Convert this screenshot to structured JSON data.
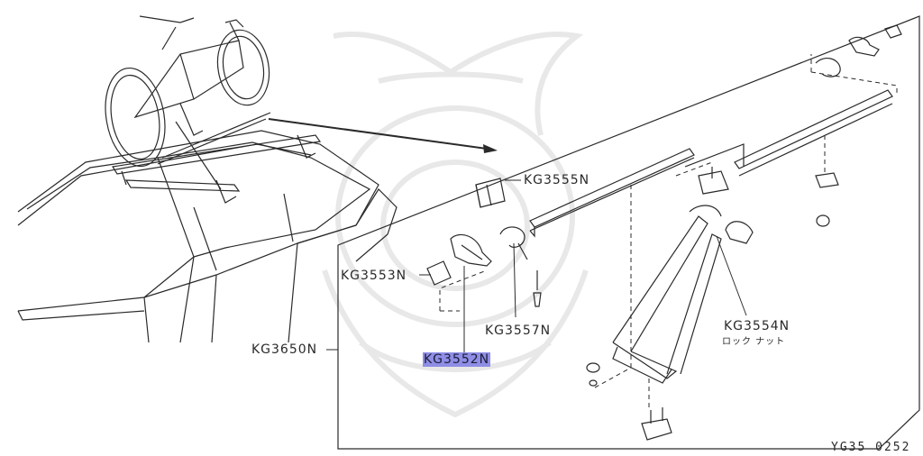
{
  "labels": {
    "kg3555n": "KG3555N",
    "kg3553n": "KG3553N",
    "kg3557n": "KG3557N",
    "kg3554n": "KG3554N",
    "kg3554n_sub": "ロック ナット",
    "kg3650n": "KG3650N",
    "kg3552n": "KG3552N"
  },
  "figure_code": "YG35 0252",
  "colors": {
    "line": "#2a2a2a",
    "highlight": "#8e8ee6",
    "watermark": "#e6e6e6"
  }
}
